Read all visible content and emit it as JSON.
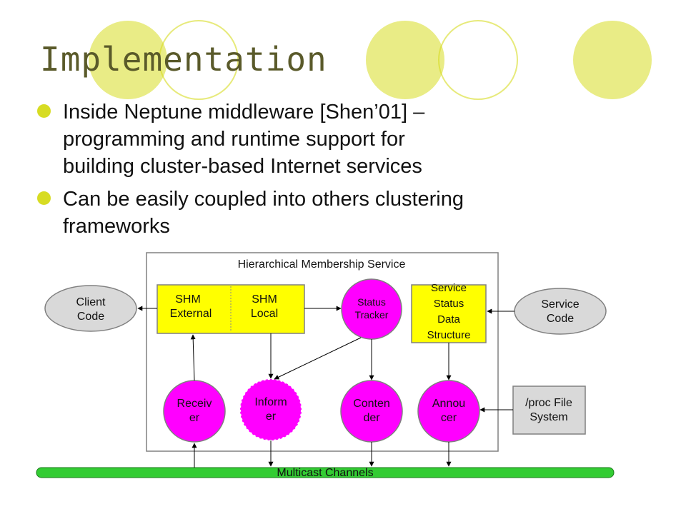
{
  "slide": {
    "title": "Implementation",
    "bullets": [
      "Inside Neptune middleware [Shen’01] –\nprogramming and runtime support for\nbuilding cluster-based Internet services",
      "Can be easily coupled into others clustering\nframeworks"
    ]
  },
  "colors": {
    "accent_circles": "#d7dc23",
    "yellow_box": "#ffff00",
    "magenta_node": "#ff00ff",
    "green_channel": "#33cc33",
    "gray_node": "#d9d9d9"
  },
  "diagram": {
    "service_title": "Hierarchical Membership Service",
    "client_code": [
      "Client",
      "Code"
    ],
    "service_code": [
      "Service",
      "Code"
    ],
    "shm_external": [
      "SHM",
      "External"
    ],
    "shm_local": [
      "SHM",
      "Local"
    ],
    "status_tracker": [
      "Status",
      "Tracker"
    ],
    "service_status": [
      "Service",
      "Status",
      "Data",
      "Structure"
    ],
    "receiver": [
      "Receiv",
      "er"
    ],
    "informer": [
      "Inform",
      "er"
    ],
    "contender": [
      "Conten",
      "der"
    ],
    "annoucer": [
      "Annou",
      "cer"
    ],
    "proc_fs": [
      "/proc File",
      "System"
    ],
    "multicast": "Multicast Channels"
  }
}
